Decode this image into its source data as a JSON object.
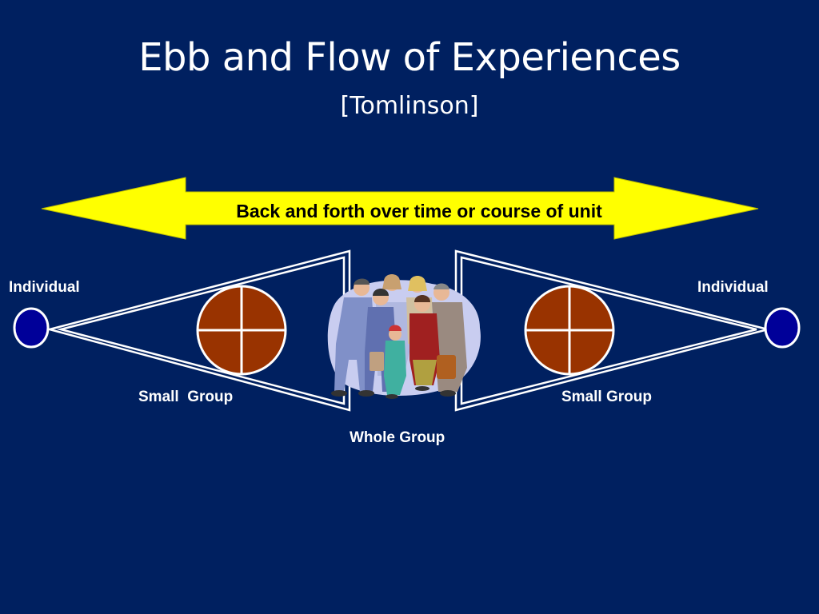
{
  "slide": {
    "title": "Ebb and Flow of Experiences",
    "subtitle": "[Tomlinson]"
  },
  "arrow": {
    "label": "Back and forth over time or course of unit",
    "fill_color": "#ffff00"
  },
  "left": {
    "individual_label": "Individual",
    "small_group_label": "Small  Group"
  },
  "right": {
    "individual_label": "Individual",
    "small_group_label": "Small Group"
  },
  "center": {
    "whole_group_label": "Whole Group",
    "clipart": "group-of-people-clipart"
  },
  "colors": {
    "background": "#002060",
    "individual_dot": "#000099",
    "small_group_circle": "#993300",
    "lines": "#ffffff"
  }
}
